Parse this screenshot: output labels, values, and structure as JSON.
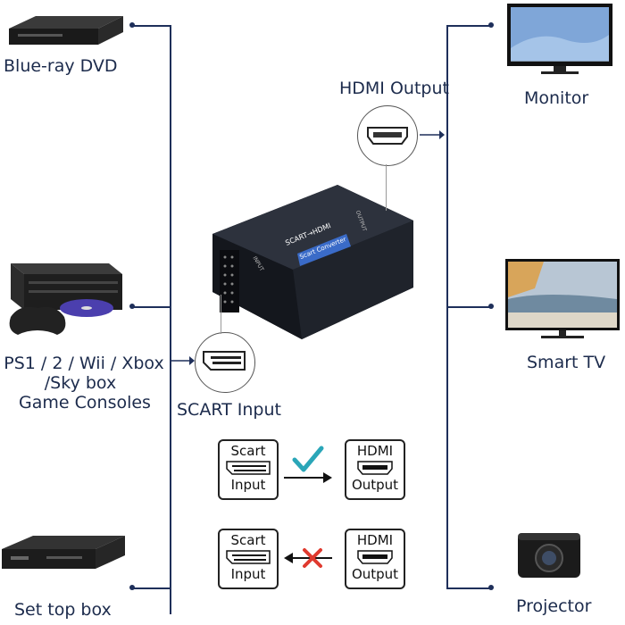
{
  "sources": [
    {
      "label": "Blue-ray DVD"
    },
    {
      "label": "PS1 / 2 / Wii / Xbox"
    },
    {
      "label": "/Sky box"
    },
    {
      "label": "Game Consoles"
    },
    {
      "label": "Set top box"
    }
  ],
  "destinations": [
    {
      "label": "Monitor"
    },
    {
      "label": "Smart TV"
    },
    {
      "label": "Projector"
    }
  ],
  "converter": {
    "brand_text": "SCART→HDMI",
    "sub_text": "Scart Converter",
    "input_port": "INPUT",
    "output_port": "OUTPUT"
  },
  "callouts": {
    "hdmi_output": "HDMI Output",
    "scart_input": "SCART Input"
  },
  "direction_legend": {
    "scart_top": "Scart",
    "scart_bottom": "Input",
    "hdmi_top": "HDMI",
    "hdmi_bottom": "Output",
    "accent_check": "#2aa6b8",
    "accent_cross": "#e03a2f"
  }
}
